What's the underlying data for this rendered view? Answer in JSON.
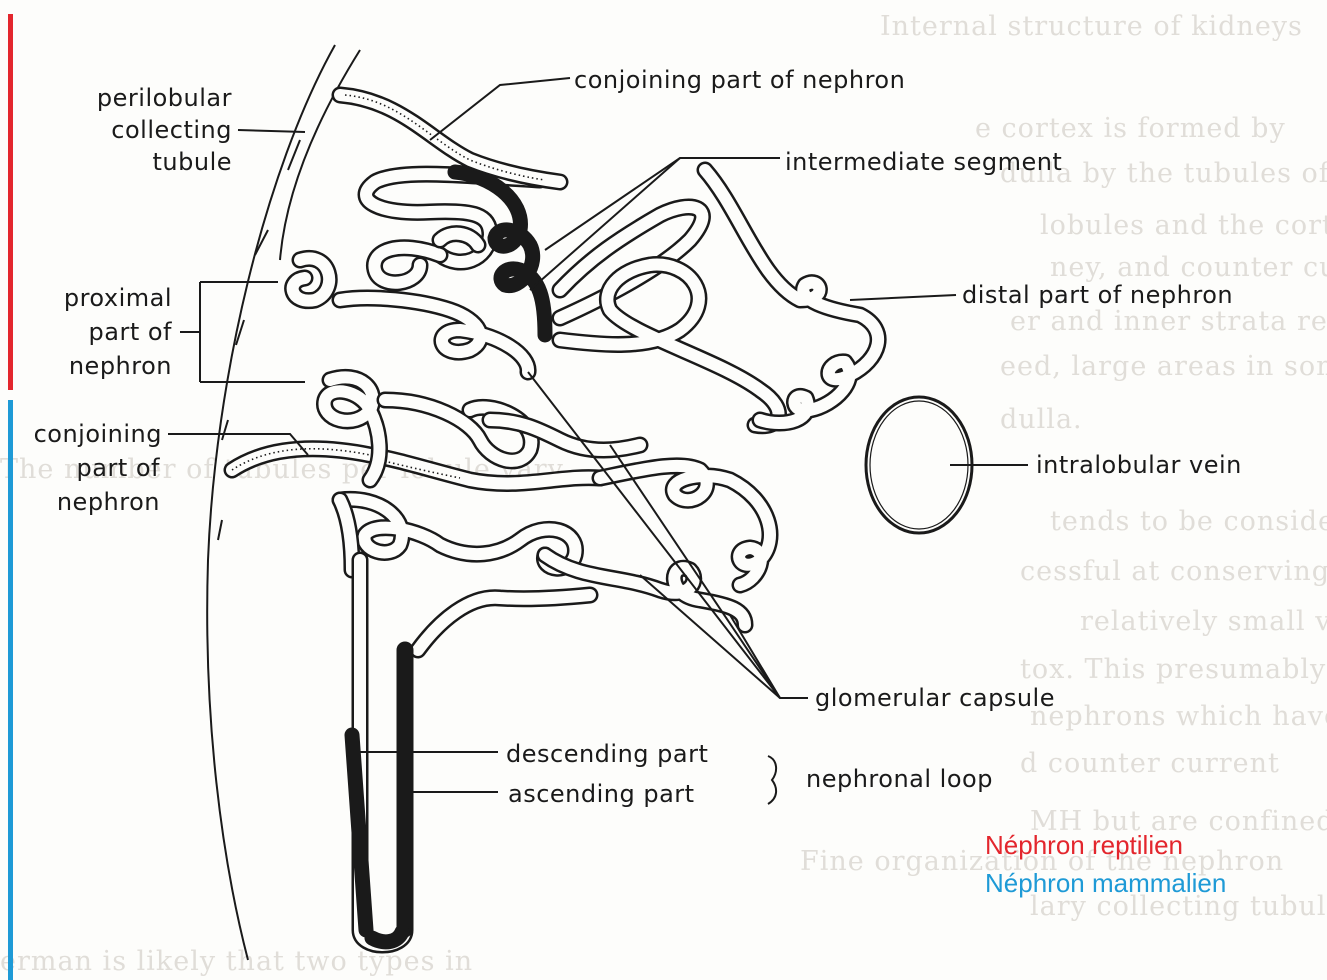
{
  "labels": {
    "perilobular_1": "perilobular",
    "perilobular_2": "collecting",
    "perilobular_3": "tubule",
    "conjoining_top": "conjoining part of nephron",
    "intermediate": "intermediate segment",
    "distal": "distal part of nephron",
    "proximal_1": "proximal",
    "proximal_2": "part of",
    "proximal_3": "nephron",
    "conjoining_left_1": "conjoining",
    "conjoining_left_2": "part of",
    "conjoining_left_3": "nephron",
    "intralobular": "intralobular vein",
    "glomerular": "glomerular capsule",
    "descending": "descending part",
    "ascending": "ascending part",
    "loop": "nephronal loop"
  },
  "legend": {
    "reptilian": {
      "label": "Néphron reptilien",
      "color": "#e3262d"
    },
    "mammalian": {
      "label": "Néphron mammalien",
      "color": "#1e9ad6"
    }
  }
}
